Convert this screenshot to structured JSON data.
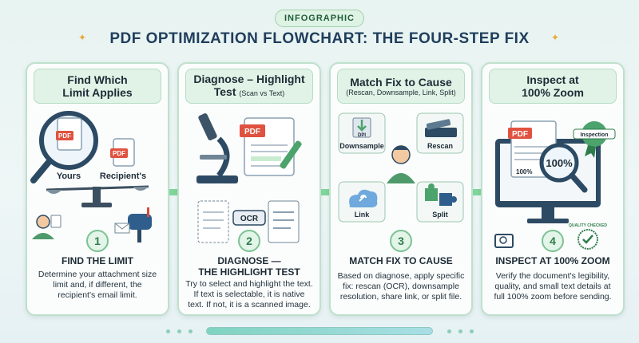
{
  "header": {
    "tag": "INFOGRAPHIC",
    "title": "PDF OPTIMIZATION FLOWCHART: THE FOUR-STEP FIX"
  },
  "steps": [
    {
      "number": "1",
      "head_line1": "Find Which",
      "head_line2": "Limit Applies",
      "title": "FIND THE LIMIT",
      "description": "Determine your attachment size limit and, if different, the recipient's email limit.",
      "labels": {
        "pdf1": "PDF",
        "pdf2": "PDF",
        "yours": "Yours",
        "recipients": "Recipient's"
      }
    },
    {
      "number": "2",
      "head_line1": "Diagnose – Highlight",
      "head_line2": "Test",
      "head_sub": "(Scan vs Text)",
      "title_line1": "DIAGNOSE —",
      "title_line2": "THE HIGHLIGHT TEST",
      "description": "Try to select and highlight the text. If text is selectable, it is native text. If not, it is a scanned image.",
      "labels": {
        "pdf": "PDF",
        "ocr": "OCR"
      }
    },
    {
      "number": "3",
      "head_line1": "Match Fix to Cause",
      "head_sub": "(Rescan, Downsample, Link, Split)",
      "title": "MATCH FIX TO CAUSE",
      "description": "Based on diagnose, apply specific fix: rescan (OCR), downsample resolution, share link, or split file.",
      "labels": {
        "dpi": "DPI",
        "downsample": "Downsample",
        "rescan": "Rescan",
        "link": "Link",
        "split": "Split"
      }
    },
    {
      "number": "4",
      "head_line1": "Inspect at",
      "head_line2": "100% Zoom",
      "title": "INSPECT AT 100% ZOOM",
      "description": "Verify the document's legibility, quality, and small text details at full 100% zoom before sending.",
      "labels": {
        "pdf": "PDF",
        "zoom_large": "100%",
        "zoom_small": "100%",
        "inspection": "Inspection",
        "seal": "QUALITY CHECKED"
      }
    }
  ],
  "colors": {
    "accent_green": "#7cc293",
    "card_border": "#bfe0cd",
    "pdf_red": "#e0523f",
    "navy": "#1f3d5c"
  },
  "icons": [
    "magnifier-icon",
    "scale-icon",
    "user-icon",
    "mailbox-icon",
    "microscope-icon",
    "pen-icon",
    "document-icon",
    "person-thinking-icon",
    "scanner-icon",
    "cloud-link-icon",
    "puzzle-icon",
    "monitor-icon",
    "rosette-icon",
    "seal-icon",
    "arrow-right-icon"
  ]
}
